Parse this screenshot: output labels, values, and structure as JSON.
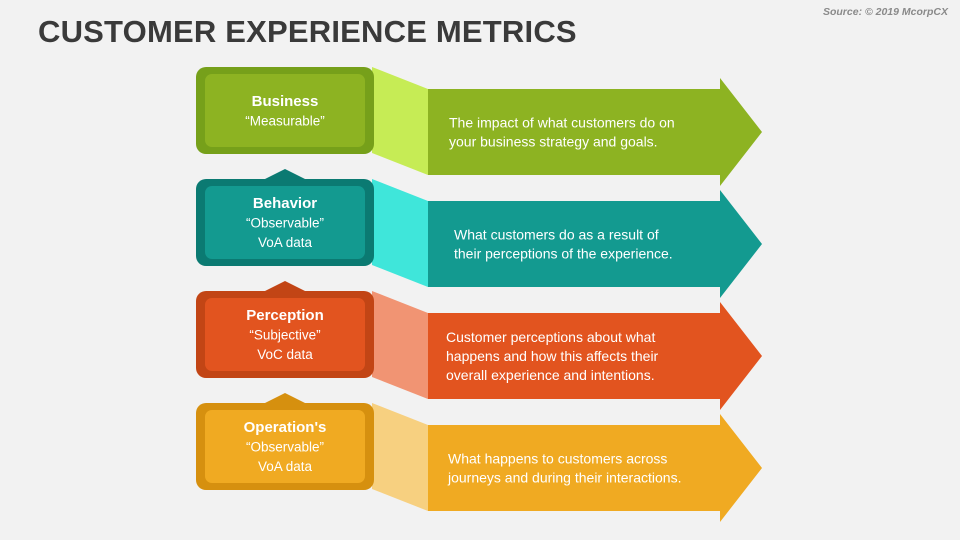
{
  "header": {
    "title": "CUSTOMER EXPERIENCE METRICS",
    "source": "Source: © 2019 McorpCX"
  },
  "rows": [
    {
      "name": "Business",
      "sub": [
        "“Measurable”"
      ],
      "description": [
        "The impact of what customers do on",
        "your business strategy and goals."
      ],
      "colors": {
        "dark": "#76a01a",
        "box": "#8db322",
        "connector": "#c6ec55",
        "arrow": "#8db322"
      }
    },
    {
      "name": "Behavior",
      "sub": [
        "“Observable”",
        "VoA data"
      ],
      "description": [
        "What customers do as a result of",
        "their perceptions of the experience."
      ],
      "colors": {
        "dark": "#0b7a72",
        "box": "#139a90",
        "connector": "#3fe6da",
        "arrow": "#139a90"
      }
    },
    {
      "name": "Perception",
      "sub": [
        "“Subjective”",
        "VoC data"
      ],
      "description": [
        "Customer perceptions about what",
        "happens and how this affects their",
        "overall experience and intentions."
      ],
      "colors": {
        "dark": "#c24515",
        "box": "#e2541f",
        "connector": "#f19473",
        "arrow": "#e2541f"
      }
    },
    {
      "name": "Operation's",
      "sub": [
        "“Observable”",
        "VoA data"
      ],
      "description": [
        "What happens to customers across",
        "journeys and during their interactions."
      ],
      "colors": {
        "dark": "#d6900f",
        "box": "#f0aa22",
        "connector": "#f7d080",
        "arrow": "#f0aa22"
      }
    }
  ]
}
